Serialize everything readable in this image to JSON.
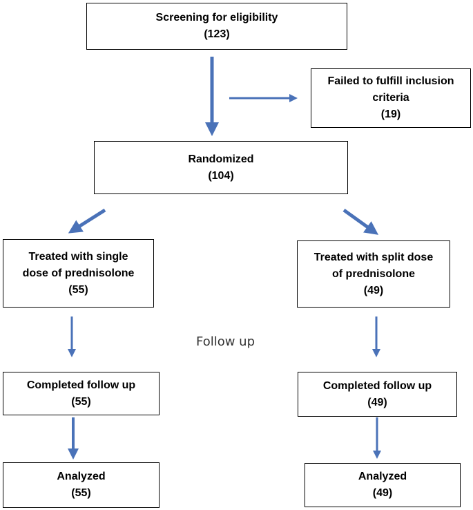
{
  "colors": {
    "arrow": "#4a72b8",
    "border": "#000000",
    "text": "#000000"
  },
  "flow": {
    "screening": {
      "title": "Screening for eligibility",
      "count": "(123)"
    },
    "excluded": {
      "line1": "Failed to fulfill inclusion",
      "line2": "criteria",
      "count": "(19)"
    },
    "randomized": {
      "title": "Randomized",
      "count": "(104)"
    },
    "single_dose": {
      "line1": "Treated with single",
      "line2": "dose of prednisolone",
      "count": "(55)"
    },
    "split_dose": {
      "line1": "Treated with split dose",
      "line2": "of prednisolone",
      "count": "(49)"
    },
    "follow_up_label": "Follow up",
    "completed_left": {
      "title": "Completed follow up",
      "count": "(55)"
    },
    "completed_right": {
      "title": "Completed follow up",
      "count": "(49)"
    },
    "analyzed_left": {
      "title": "Analyzed",
      "count": "(55)"
    },
    "analyzed_right": {
      "title": "Analyzed",
      "count": "(49)"
    }
  }
}
